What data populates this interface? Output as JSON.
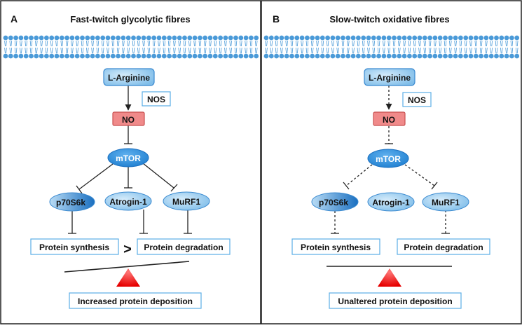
{
  "panels": [
    {
      "letter": "A",
      "title": "Fast-twitch glycolytic fibres",
      "nodes": {
        "arginine": "L-Arginine",
        "nos": "NOS",
        "no": "NO",
        "mtor": "mTOR",
        "p70": "p70S6k",
        "atrogin": "Atrogin-1",
        "murf": "MuRF1",
        "synthesis": "Protein synthesis",
        "compare": ">",
        "degradation": "Protein degradation",
        "result": "Increased protein deposition"
      }
    },
    {
      "letter": "B",
      "title": "Slow-twitch oxidative fibres",
      "nodes": {
        "arginine": "L-Arginine",
        "nos": "NOS",
        "no": "NO",
        "mtor": "mTOR",
        "p70": "p70S6k",
        "atrogin": "Atrogin-1",
        "murf": "MuRF1",
        "synthesis": "Protein synthesis",
        "degradation": "Protein degradation",
        "result": "Unaltered protein deposition"
      }
    }
  ],
  "colors": {
    "membrane": "#4a9ad8",
    "node_fill": "#a8d2f0",
    "node_stroke": "#3b8ad0",
    "mtor_fill": "#2a8ad8",
    "no_fill": "#f08a8a",
    "no_stroke": "#c85050",
    "box_stroke": "#5aaee6",
    "triangle": "#ee1111"
  }
}
